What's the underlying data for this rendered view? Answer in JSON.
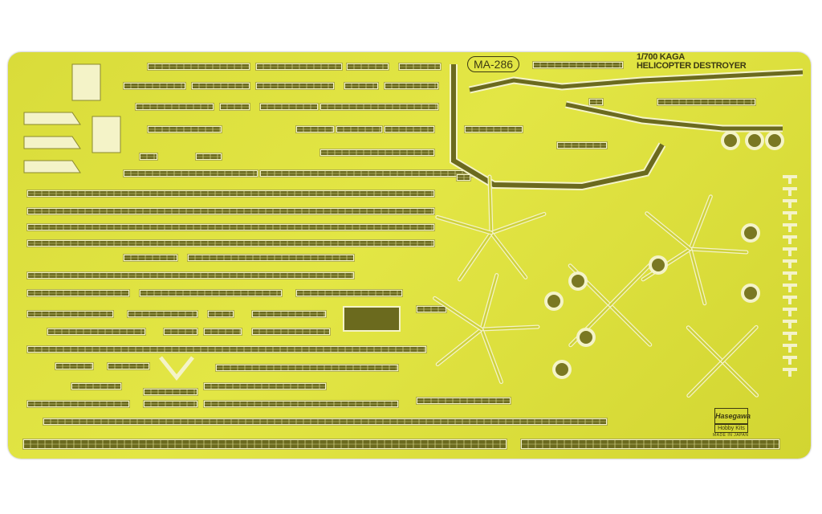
{
  "sheet": {
    "product_code": "MA-286",
    "title_line1": "1/700 KAGA",
    "title_line2": "HELICOPTER DESTROYER",
    "logo_text": "Hasegawa",
    "brand_plate": "Hobby Kits",
    "made_in": "MADE IN JAPAN",
    "colors": {
      "brass": "#dfe23a",
      "etch": "#6b6a1e",
      "outline": "#f4f3c8",
      "ink": "#3d3a12"
    }
  }
}
